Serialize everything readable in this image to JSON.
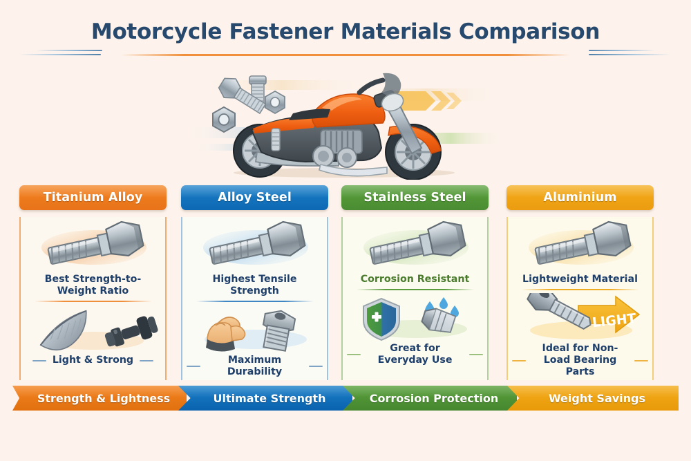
{
  "header": {
    "title": "Motorcycle Fastener Materials Comparison"
  },
  "hero": {
    "alt": "motorcycle-with-fasteners-illustration"
  },
  "colors": {
    "background": "#fdf3ec",
    "title": "#27496d",
    "titleRule": "#f0903a",
    "titanium": "#f3821f",
    "alloySteel": "#1a7fc8",
    "stainless": "#59a03c",
    "aluminium": "#f4ac1b"
  },
  "columns": [
    {
      "id": "titanium-alloy",
      "header": "Titanium Alloy",
      "accent": "#f3821f",
      "art1": "hex-bolt-icon",
      "feature1": "Best Strength-to-Weight Ratio",
      "art2": "feather-and-dumbbell-icon",
      "feature2": "Light & Strong",
      "ribbon": "Strength & Lightness"
    },
    {
      "id": "alloy-steel",
      "header": "Alloy Steel",
      "accent": "#1a7fc8",
      "art1": "hex-bolt-icon",
      "feature1": "Highest Tensile Strength",
      "art2": "flexing-bicep-and-socket-bolt-icon",
      "feature2": "Maximum Durability",
      "ribbon": "Ultimate Strength"
    },
    {
      "id": "stainless-steel",
      "header": "Stainless Steel",
      "accent": "#59a03c",
      "art1": "hex-bolt-icon",
      "feature1": "Corrosion Resistant",
      "art2": "shield-water-drops-and-nut-icon",
      "feature2": "Great for Everyday Use",
      "ribbon": "Corrosion Protection"
    },
    {
      "id": "aluminium",
      "header": "Aluminium",
      "accent": "#f4ac1b",
      "art1": "hex-bolt-icon",
      "feature1": "Lightweight Material",
      "art2": "bolt-with-light-arrow-icon",
      "feature2": "Ideal for Non-Load Bearing Parts",
      "arrow_label": "LIGHT",
      "ribbon": "Weight Savings"
    }
  ]
}
